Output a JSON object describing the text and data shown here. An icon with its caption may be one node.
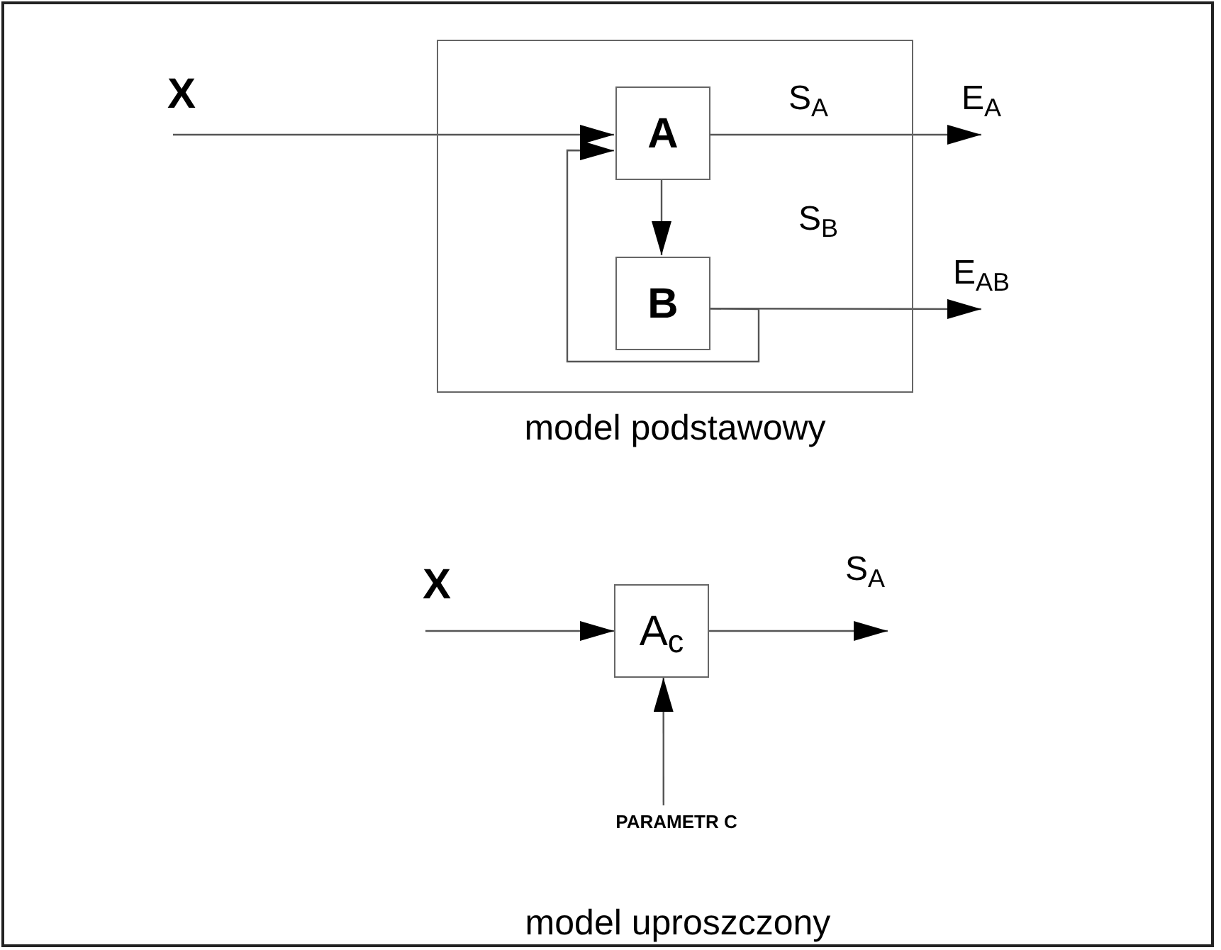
{
  "diagram": {
    "nodes": [
      {
        "text": [],
        "shape": "box"
      },
      {
        "text": [
          "A"
        ],
        "in": 0
      },
      {
        "text": [
          "B"
        ],
        "in": 0
      },
      {
        "text": [
          "E$_{A}$"
        ]
      },
      {
        "text": [
          "E$_{AB}$"
        ]
      },
      {
        "text": [
          "A$_{c}$"
        ]
      },
      {
        "text": [
          "PARAMETR C"
        ]
      }
    ],
    "edges": [
      {
        "from": null,
        "to": 1,
        "arrow": "to",
        "label": "X"
      },
      {
        "from": 1,
        "to": 3,
        "arrow": "to",
        "label": "S$_{A}$"
      },
      {
        "from": 1,
        "to": 2,
        "arrow": "to"
      },
      {
        "from": 2,
        "to": 4,
        "arrow": "to",
        "label": "S$_{B}$"
      },
      {
        "from": 2,
        "to": 1,
        "arrow": "to"
      },
      {
        "from": null,
        "to": 5,
        "arrow": "to",
        "label": "X"
      },
      {
        "from": 5,
        "to": null,
        "arrow": "to",
        "label": "S$_{A}$"
      },
      {
        "from": 6,
        "to": 5,
        "arrow": "to"
      }
    ],
    "labels": [
      "model podstawowy",
      "model uproszczony"
    ]
  }
}
